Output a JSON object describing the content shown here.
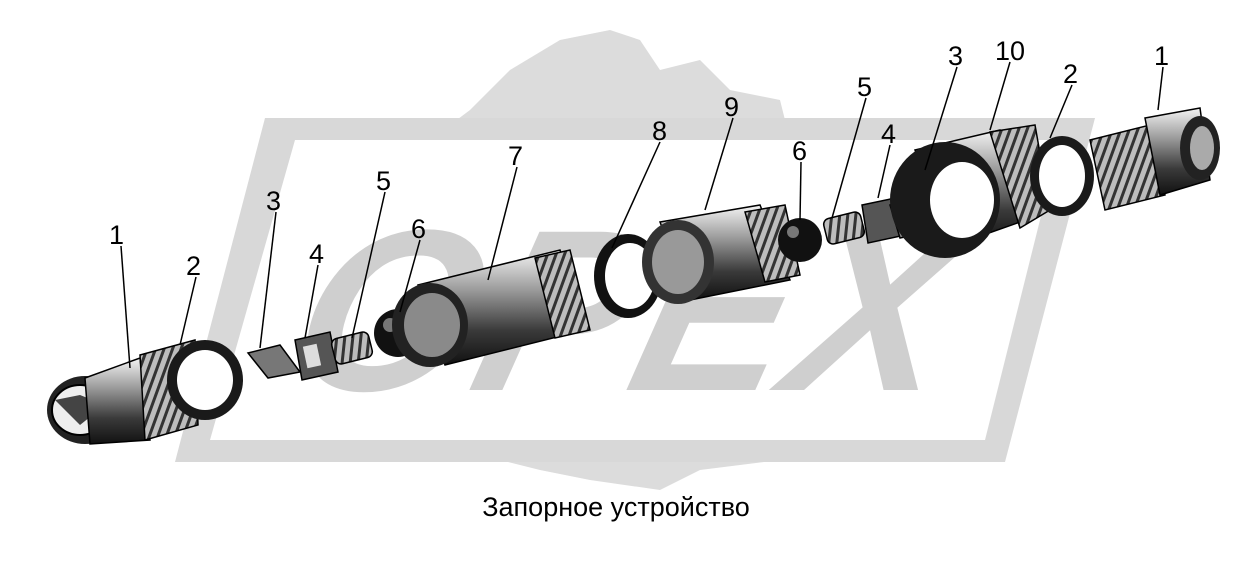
{
  "watermark": {
    "text": "OPEX",
    "color": "#dcdcdc"
  },
  "caption": "Запорное устройство",
  "callouts": [
    "1",
    "2",
    "3",
    "4",
    "5",
    "6",
    "7",
    "8",
    "9",
    "6",
    "5",
    "4",
    "3",
    "10",
    "2",
    "1"
  ],
  "colors": {
    "ink": "#000000",
    "part_gray": "#8a8a8a",
    "part_dark": "#2a2a2a",
    "paper": "#ffffff"
  }
}
